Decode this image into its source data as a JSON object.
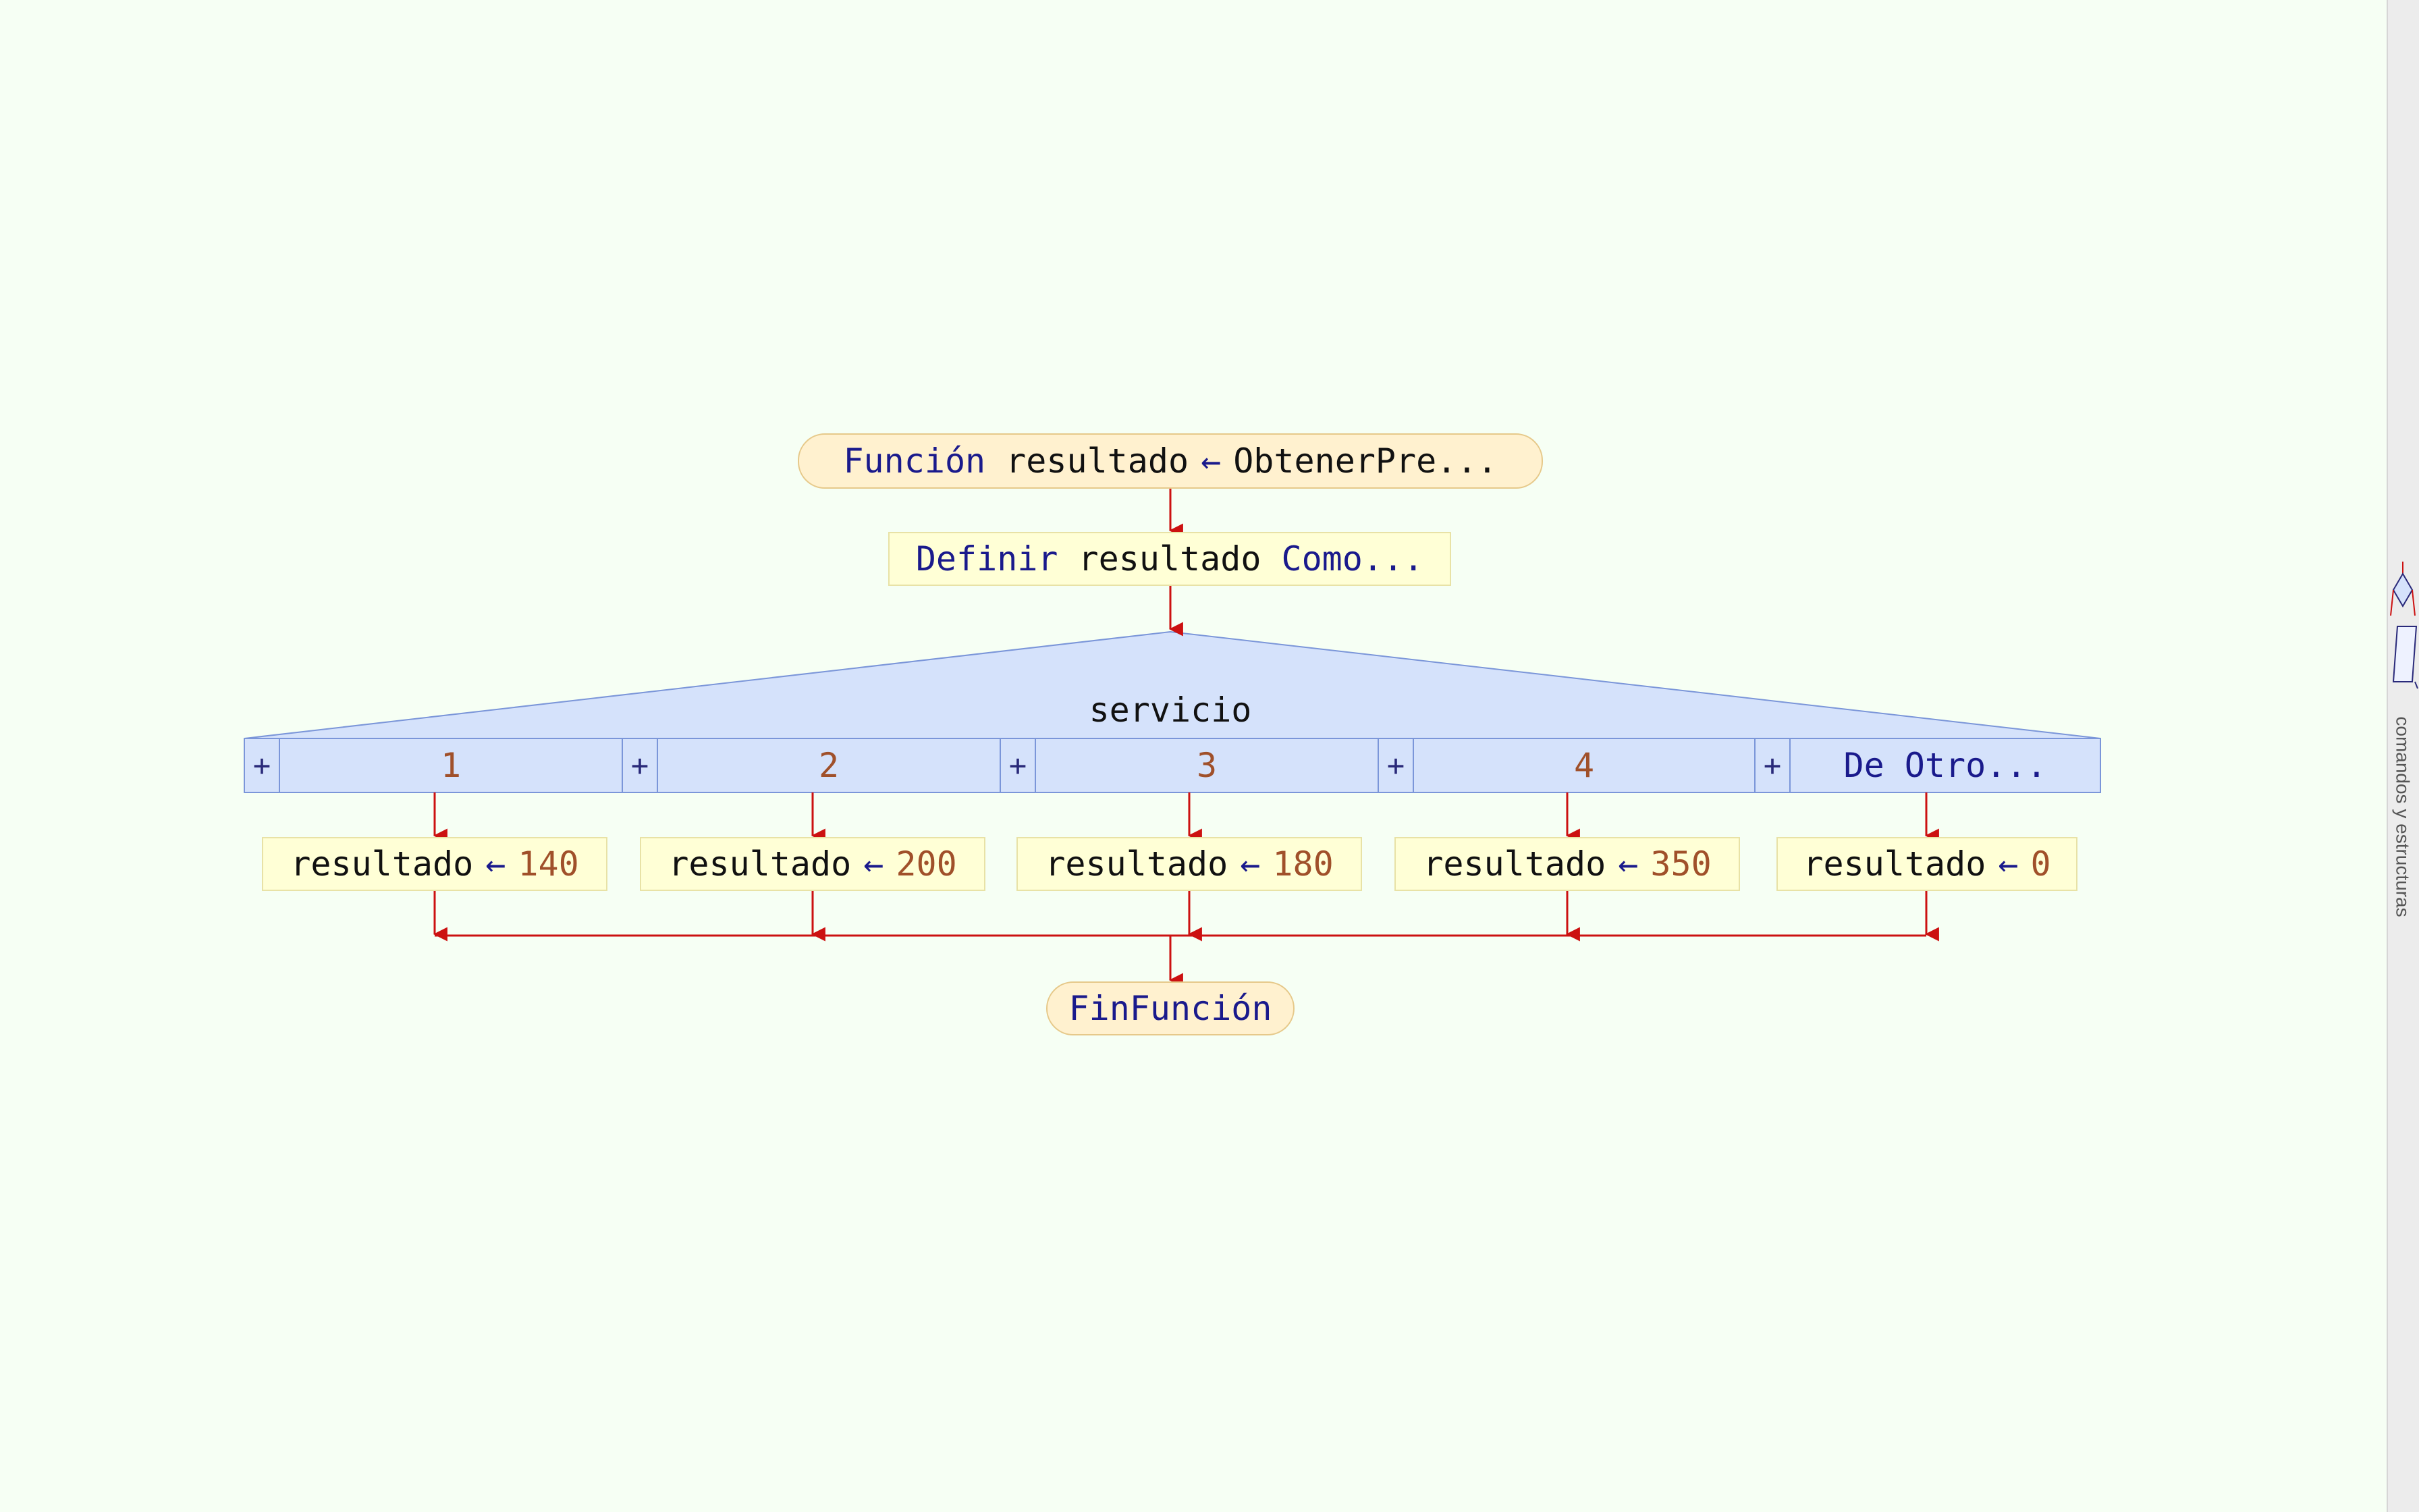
{
  "flowchart": {
    "start": {
      "keyword": "Función",
      "text": "resultado",
      "arrow": "←",
      "name": "ObtenerPre..."
    },
    "define": {
      "keyword": "Definir",
      "text": "resultado",
      "keyword2": "Como..."
    },
    "switch": {
      "variable": "servicio",
      "add_symbol": "+",
      "cases": [
        {
          "label": "1",
          "var": "resultado",
          "arrow": "←",
          "value": "140"
        },
        {
          "label": "2",
          "var": "resultado",
          "arrow": "←",
          "value": "200"
        },
        {
          "label": "3",
          "var": "resultado",
          "arrow": "←",
          "value": "180"
        },
        {
          "label": "4",
          "var": "resultado",
          "arrow": "←",
          "value": "350"
        },
        {
          "label": "De Otro...",
          "var": "resultado",
          "arrow": "←",
          "value": "0"
        }
      ]
    },
    "end": {
      "keyword": "FinFunción"
    }
  },
  "sidebar": {
    "label": "comandos y estructuras"
  },
  "colors": {
    "flow_line": "#cc1111",
    "switch_fill": "#d5e2fb",
    "switch_border": "#7b96d9",
    "pill_fill": "#fff1cf",
    "rect_fill": "#ffffd6",
    "keyword": "#1a1a8c",
    "number": "#a0502a"
  }
}
